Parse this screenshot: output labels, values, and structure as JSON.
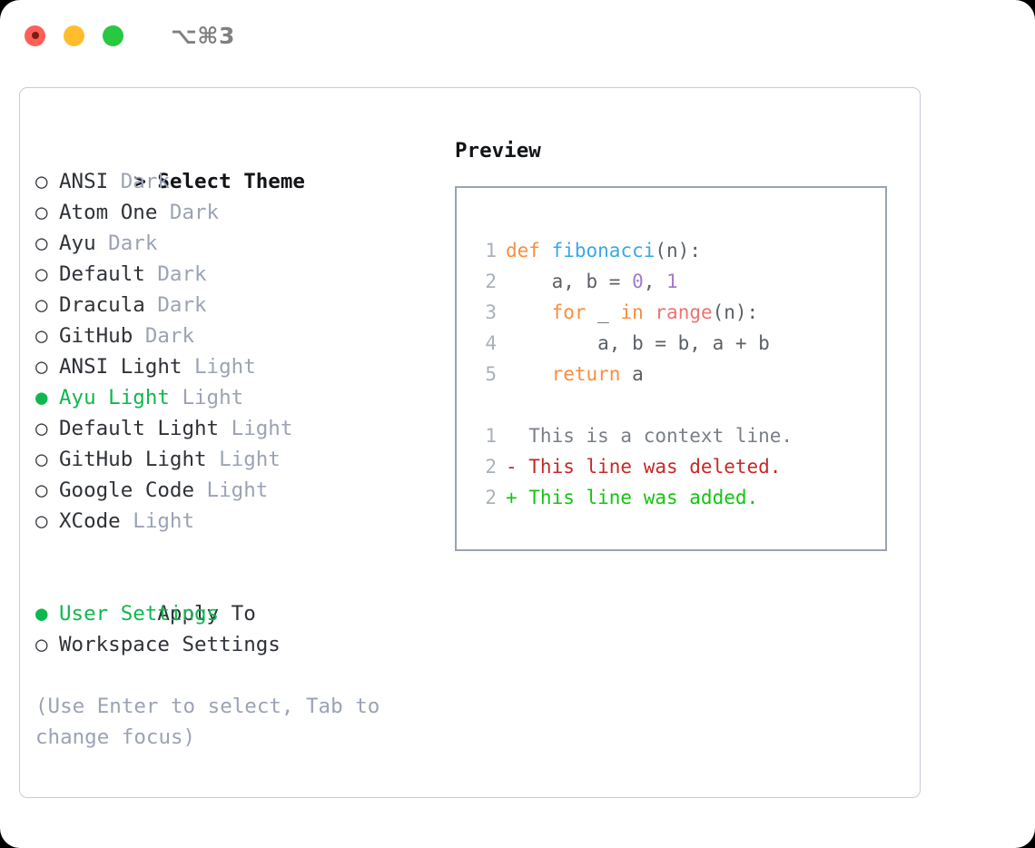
{
  "window": {
    "title": "⌥⌘3",
    "traffic_lights": [
      "close-red",
      "minimize-yellow",
      "maximize-green"
    ]
  },
  "theme_picker": {
    "header": "Select Theme",
    "header_prefix": "> ",
    "marker_unselected": "○ ",
    "marker_selected": "● ",
    "selected_theme": "Ayu Light",
    "accent_color": "#0fb84f",
    "muted_color": "#9ba3b4",
    "items": [
      {
        "name": "ANSI",
        "variant": "Dark",
        "selected": false
      },
      {
        "name": "Atom One",
        "variant": "Dark",
        "selected": false
      },
      {
        "name": "Ayu",
        "variant": "Dark",
        "selected": false
      },
      {
        "name": "Default",
        "variant": "Dark",
        "selected": false
      },
      {
        "name": "Dracula",
        "variant": "Dark",
        "selected": false
      },
      {
        "name": "GitHub",
        "variant": "Dark",
        "selected": false
      },
      {
        "name": "ANSI Light",
        "variant": "Light",
        "selected": false
      },
      {
        "name": "Ayu Light",
        "variant": "Light",
        "selected": true
      },
      {
        "name": "Default Light",
        "variant": "Light",
        "selected": false
      },
      {
        "name": "GitHub Light",
        "variant": "Light",
        "selected": false
      },
      {
        "name": "Google Code",
        "variant": "Light",
        "selected": false
      },
      {
        "name": "XCode",
        "variant": "Light",
        "selected": false
      }
    ]
  },
  "apply_to": {
    "header": "Apply To",
    "selected_option": "User Settings",
    "items": [
      {
        "name": "User Settings",
        "selected": true
      },
      {
        "name": "Workspace Settings",
        "selected": false
      }
    ]
  },
  "hint": "(Use Enter to select, Tab to change focus)",
  "preview": {
    "title": "Preview",
    "border_color": "#99a4b5",
    "code_lines": [
      {
        "num": "1",
        "tokens": [
          {
            "t": "def",
            "c": "kw"
          },
          {
            "t": " ",
            "c": "pn"
          },
          {
            "t": "fibonacci",
            "c": "fn"
          },
          {
            "t": "(n):",
            "c": "pn"
          }
        ]
      },
      {
        "num": "2",
        "tokens": [
          {
            "t": "    a, b = ",
            "c": "pn"
          },
          {
            "t": "0",
            "c": "num"
          },
          {
            "t": ", ",
            "c": "pn"
          },
          {
            "t": "1",
            "c": "num"
          }
        ]
      },
      {
        "num": "3",
        "tokens": [
          {
            "t": "    ",
            "c": "pn"
          },
          {
            "t": "for",
            "c": "kw"
          },
          {
            "t": " _ ",
            "c": "pn"
          },
          {
            "t": "in",
            "c": "kw"
          },
          {
            "t": " ",
            "c": "pn"
          },
          {
            "t": "range",
            "c": "bi"
          },
          {
            "t": "(n):",
            "c": "pn"
          }
        ]
      },
      {
        "num": "4",
        "tokens": [
          {
            "t": "        a, b = b, a + b",
            "c": "pn"
          }
        ]
      },
      {
        "num": "5",
        "tokens": [
          {
            "t": "    ",
            "c": "pn"
          },
          {
            "t": "return",
            "c": "kw"
          },
          {
            "t": " a",
            "c": "pn"
          }
        ]
      }
    ],
    "diff_lines": [
      {
        "num": "1",
        "marker": "  ",
        "text": "This is a context line.",
        "kind": "ctx"
      },
      {
        "num": "2",
        "marker": "- ",
        "text": "This line was deleted.",
        "kind": "del"
      },
      {
        "num": "2",
        "marker": "+ ",
        "text": "This line was added.",
        "kind": "add"
      }
    ]
  }
}
